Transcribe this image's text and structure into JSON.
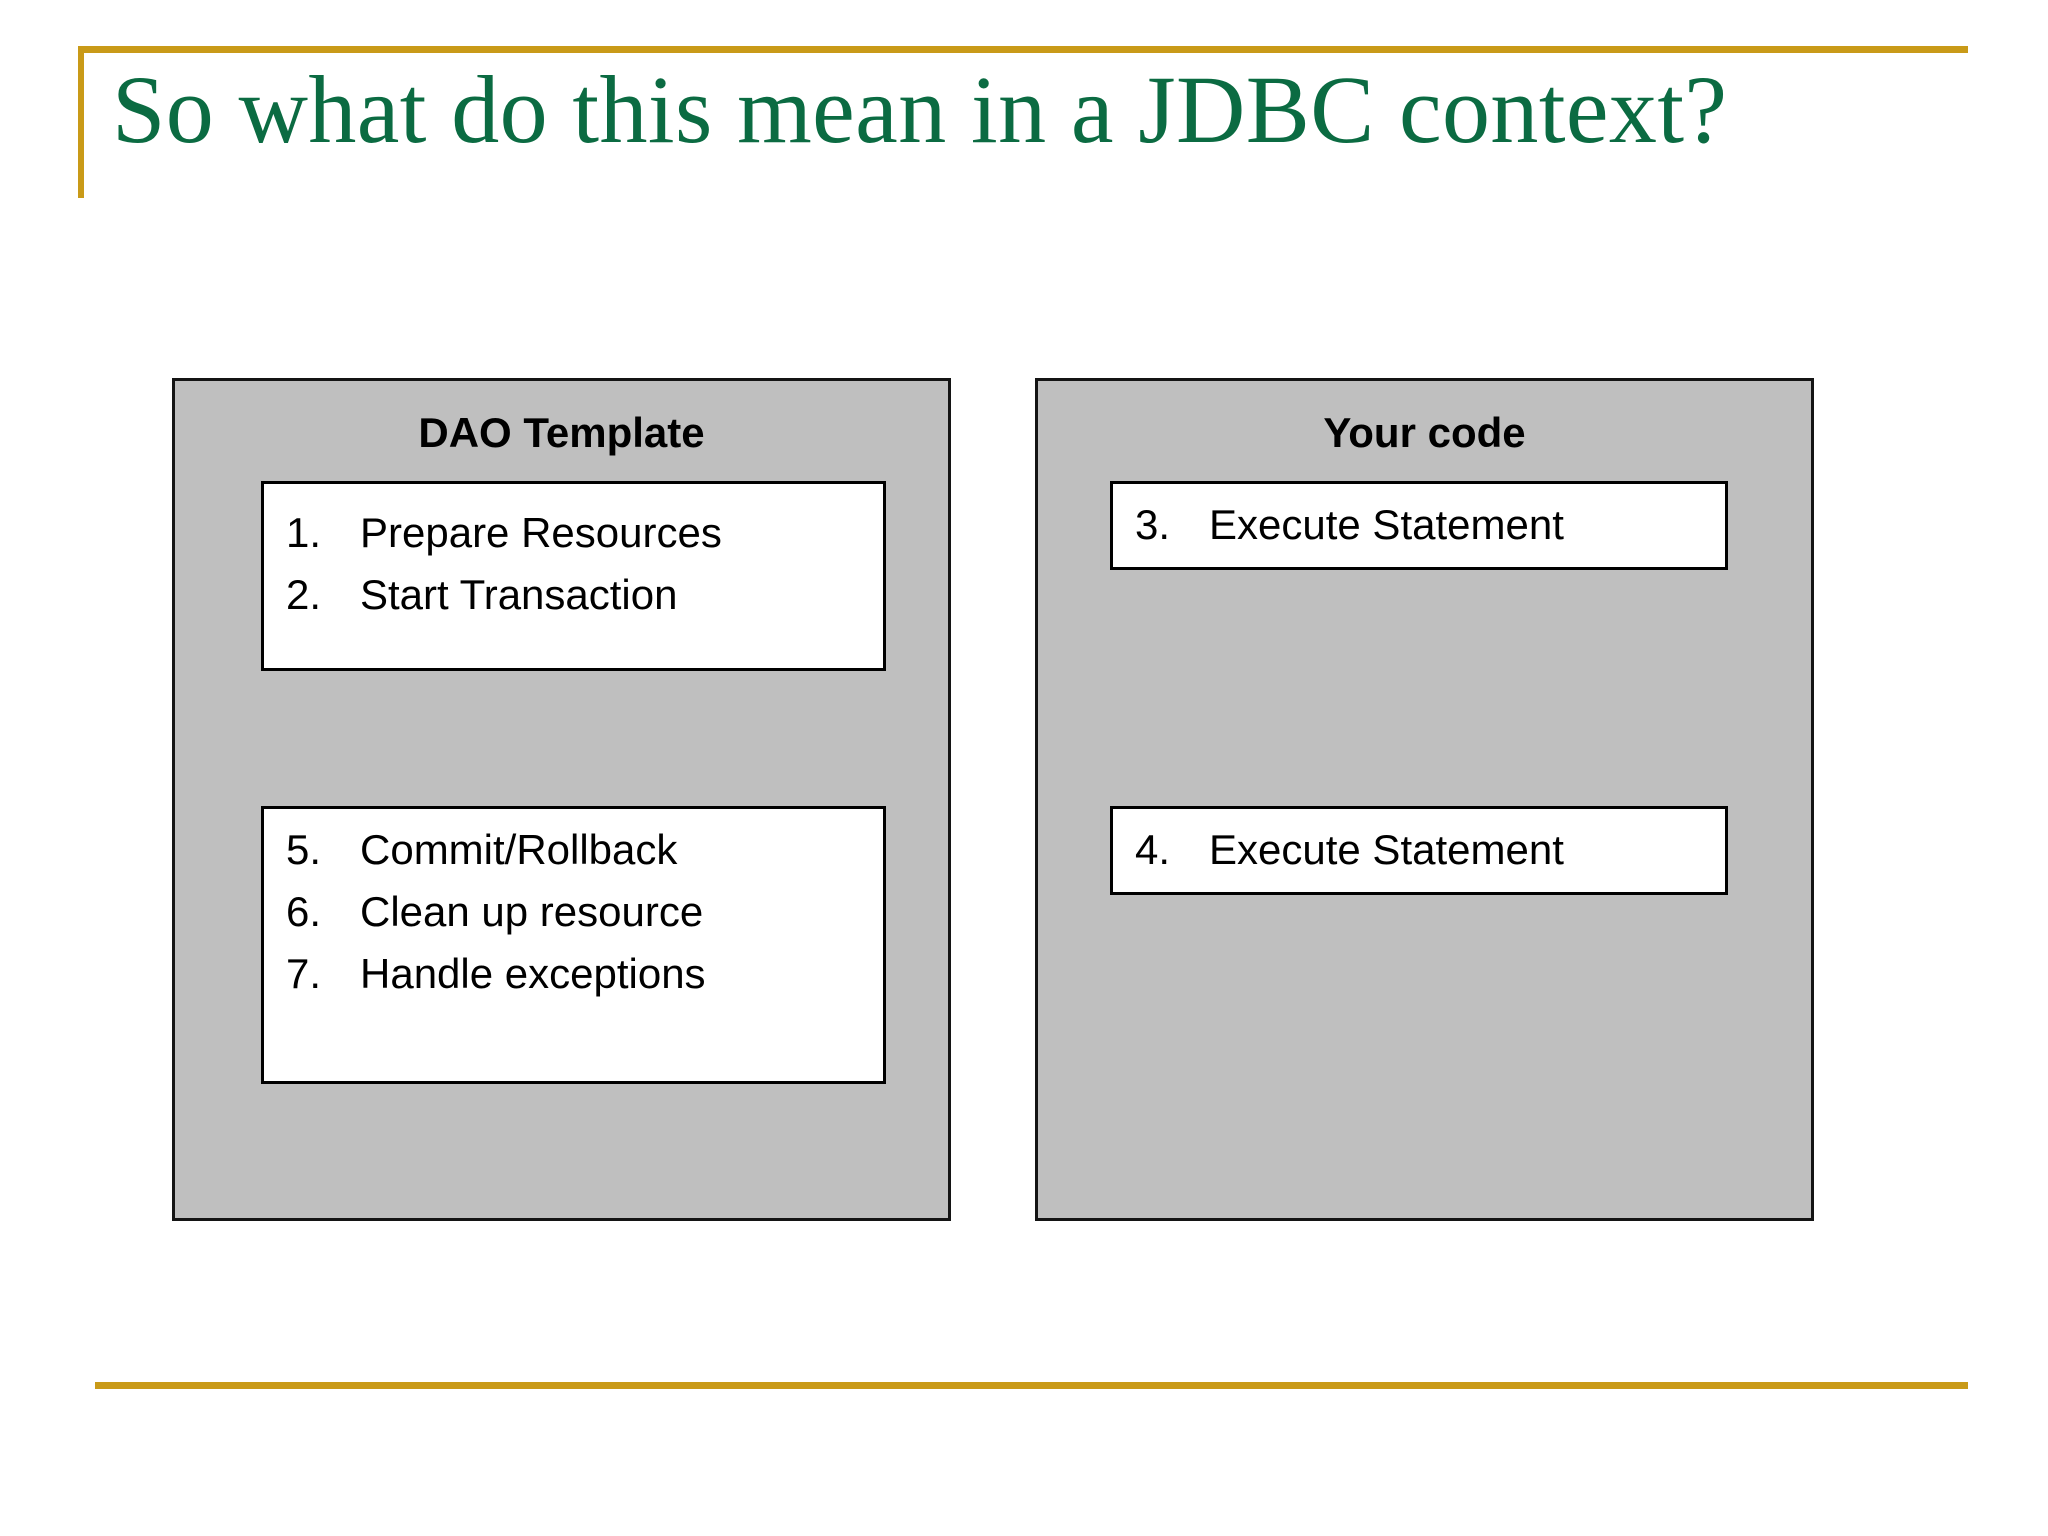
{
  "slide": {
    "title": "So what do this mean in a JDBC context?",
    "accent_gold": "#c99a18",
    "title_green": "#0b6b42",
    "panel_gray": "#bfbfbf",
    "box_white": "#ffffff",
    "border_black": "#000000"
  },
  "panels": [
    {
      "id": "dao-template",
      "title": "DAO Template",
      "groups": [
        {
          "id": "dao-group-1",
          "steps": [
            {
              "num": "1.",
              "text": "Prepare Resources"
            },
            {
              "num": "2.",
              "text": "Start Transaction"
            }
          ]
        },
        {
          "id": "dao-group-2",
          "steps": [
            {
              "num": "5.",
              "text": "Commit/Rollback"
            },
            {
              "num": "6.",
              "text": "Clean up resource"
            },
            {
              "num": "7.",
              "text": "Handle exceptions"
            }
          ]
        }
      ]
    },
    {
      "id": "your-code",
      "title": "Your code",
      "groups": [
        {
          "id": "code-group-1",
          "steps": [
            {
              "num": "3.",
              "text": "Execute Statement"
            }
          ]
        },
        {
          "id": "code-group-2",
          "steps": [
            {
              "num": "4.",
              "text": "Execute Statement"
            }
          ]
        }
      ]
    }
  ]
}
